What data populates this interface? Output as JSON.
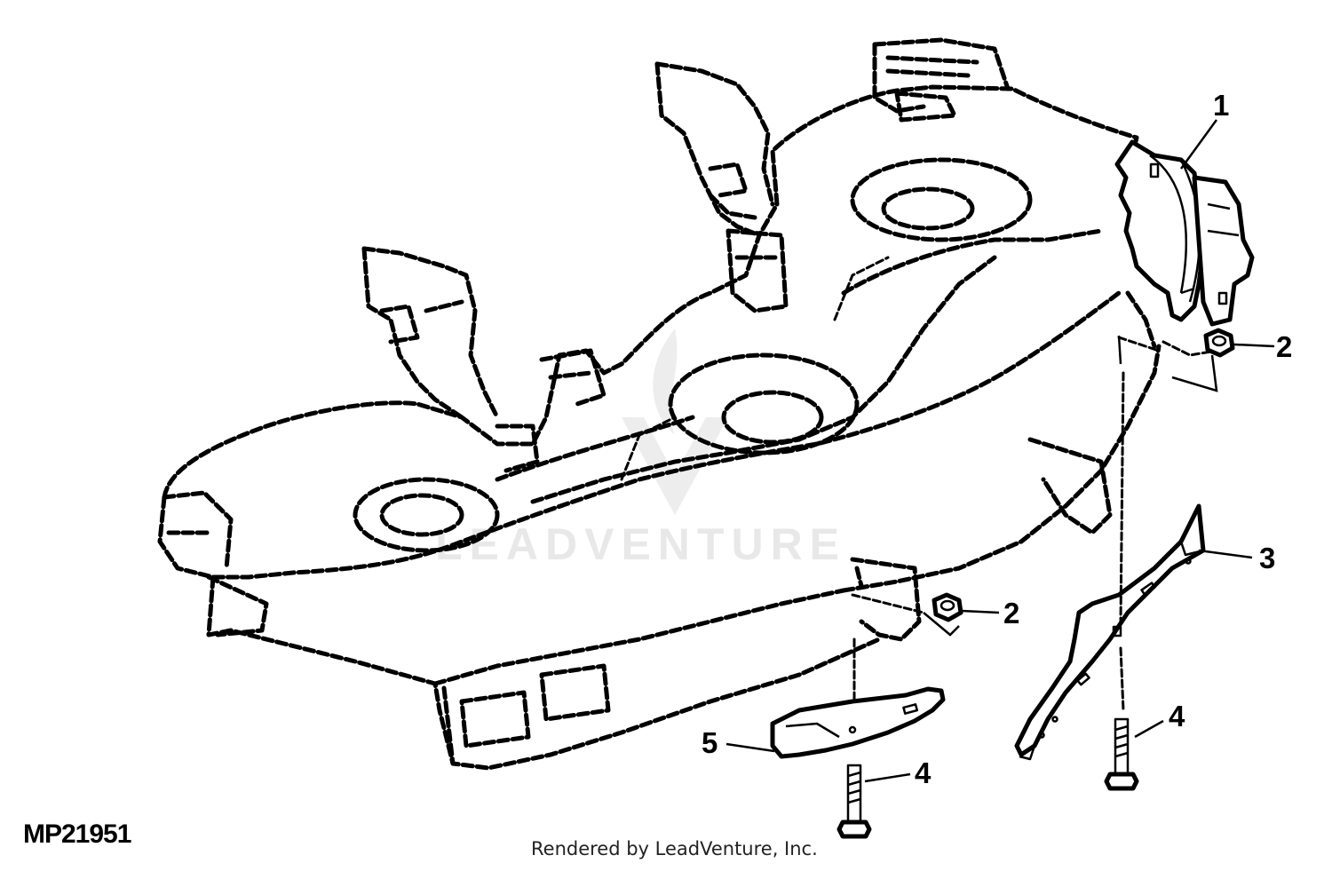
{
  "diagram": {
    "figure_id": "MP21951",
    "credit": "Rendered by LeadVenture, Inc.",
    "watermark": "LEADVENTURE",
    "callouts": [
      {
        "id": "1",
        "label": "1"
      },
      {
        "id": "2a",
        "label": "2"
      },
      {
        "id": "2b",
        "label": "2"
      },
      {
        "id": "3",
        "label": "3"
      },
      {
        "id": "4a",
        "label": "4"
      },
      {
        "id": "4b",
        "label": "4"
      },
      {
        "id": "5",
        "label": "5"
      }
    ]
  }
}
